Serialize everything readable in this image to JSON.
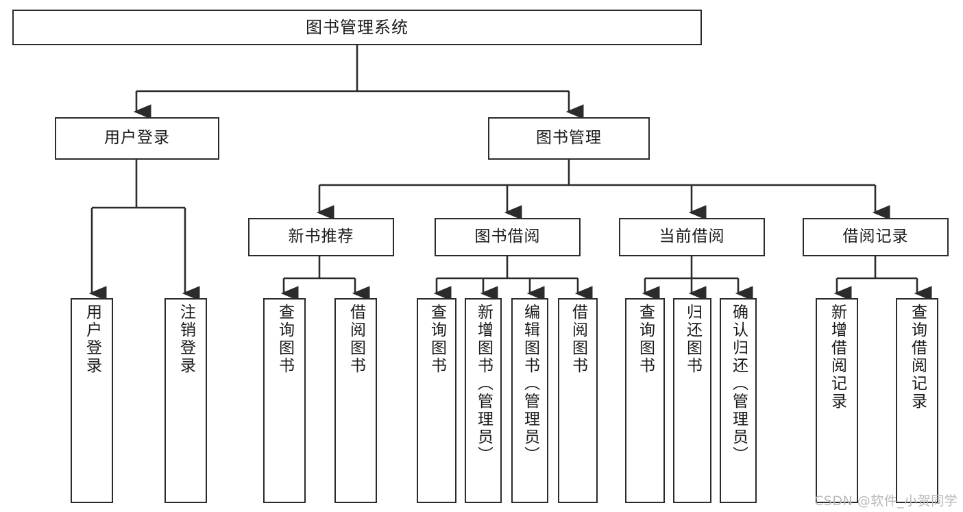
{
  "diagram": {
    "title": "图书管理系统",
    "type": "tree-hierarchy",
    "levels": 3,
    "colors": {
      "background": "#ffffff",
      "box_border": "#2b2b2b",
      "box_fill": "#ffffff",
      "connector": "#2b2b2b",
      "text": "#1a1a1a",
      "watermark": "#b9b9b9"
    },
    "root": {
      "label": "图书管理系统"
    },
    "level2": [
      {
        "label": "用户登录"
      },
      {
        "label": "图书管理"
      }
    ],
    "level3": [
      {
        "label": "新书推荐"
      },
      {
        "label": "图书借阅"
      },
      {
        "label": "当前借阅"
      },
      {
        "label": "借阅记录"
      }
    ],
    "leaves": {
      "user_login": [
        {
          "label": "用户登录"
        },
        {
          "label": "注销登录"
        }
      ],
      "new_book_recommend": [
        {
          "label": "查询图书"
        },
        {
          "label": "借阅图书"
        }
      ],
      "book_borrow": [
        {
          "label": "查询图书"
        },
        {
          "label": "新增图书（管理员）"
        },
        {
          "label": "编辑图书（管理员）"
        },
        {
          "label": "借阅图书"
        }
      ],
      "current_borrow": [
        {
          "label": "查询图书"
        },
        {
          "label": "归还图书"
        },
        {
          "label": "确认归还（管理员）"
        }
      ],
      "borrow_record": [
        {
          "label": "新增借阅记录"
        },
        {
          "label": "查询借阅记录"
        }
      ]
    }
  },
  "watermark": {
    "text": "CSDN @软件_小贺同学"
  }
}
